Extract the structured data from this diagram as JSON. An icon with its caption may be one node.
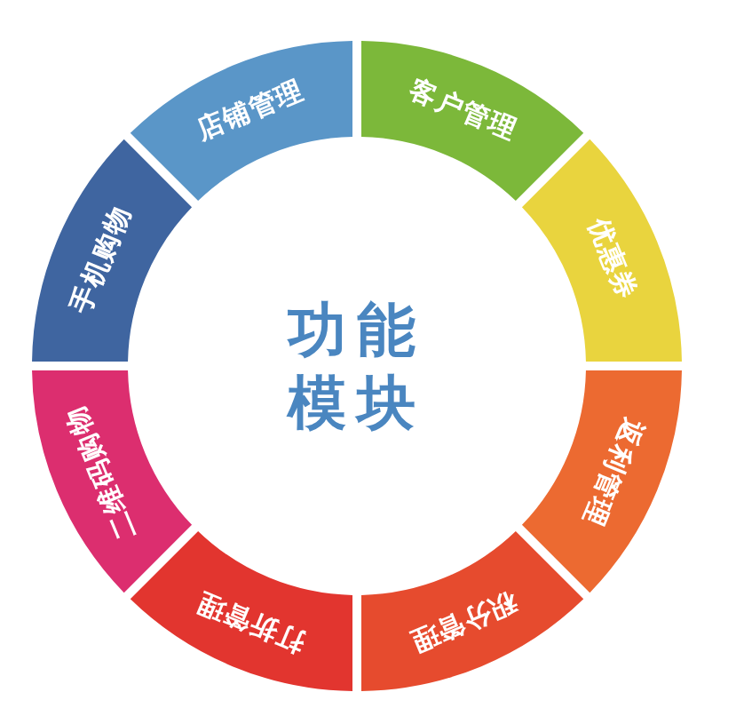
{
  "diagram": {
    "nodes": [
      {
        "text": [
          "客户管理"
        ]
      },
      {
        "text": [
          "优惠券"
        ]
      },
      {
        "text": [
          "返利管理"
        ]
      },
      {
        "text": [
          "积分管理"
        ]
      },
      {
        "text": [
          "打折管理"
        ]
      },
      {
        "text": [
          "二维码购物"
        ]
      },
      {
        "text": [
          "手机购物"
        ]
      },
      {
        "text": [
          "店铺管理"
        ]
      },
      {
        "text": [
          "功能模块"
        ]
      }
    ]
  }
}
